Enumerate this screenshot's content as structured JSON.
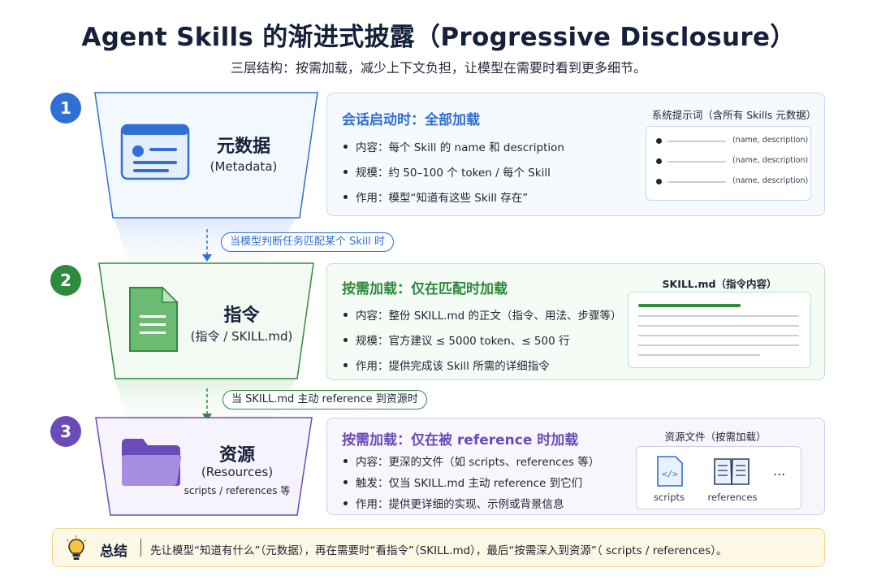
{
  "header": {
    "title": "Agent Skills 的渐进式披露（Progressive Disclosure）",
    "subtitle": "三层结构：按需加载，减少上下文负担，让模型在需要时看到更多细节。"
  },
  "layers": [
    {
      "number": "1",
      "name": "元数据",
      "sub": "(Metadata)",
      "heading": "会话启动时：全部加载",
      "bullets": [
        "内容：每个 Skill 的 name 和 description",
        "规模：约 50–100 个 token / 每个 Skill",
        "作用：模型“知道有这些 Skill 存在”"
      ],
      "box_title": "系统提示词（含所有 Skills 元数据）",
      "box_rows": [
        "(name, description)",
        "(name, description)",
        "(name, description)"
      ],
      "icon": "id-card-icon",
      "color": "#2f6fd6"
    },
    {
      "number": "2",
      "name": "指令",
      "sub": "(指令 / SKILL.md)",
      "heading": "按需加载：仅在匹配时加载",
      "bullets": [
        "内容：整份 SKILL.md 的正文（指令、用法、步骤等）",
        "规模：官方建议 ≤ 5000 token、≤ 500 行",
        "作用：提供完成该 Skill 所需的详细指令"
      ],
      "box_title": "SKILL.md（指令内容）",
      "icon": "document-icon",
      "color": "#2e8b3c"
    },
    {
      "number": "3",
      "name": "资源",
      "sub": "(Resources)",
      "sub2": "scripts / references 等",
      "heading": "按需加载：仅在被 reference 时加载",
      "bullets": [
        "内容：更深的文件（如 scripts、references 等）",
        "触发：仅当 SKILL.md 主动 reference 到它们",
        "作用：提供更详细的实现、示例或背景信息"
      ],
      "box_title": "资源文件（按需加载）",
      "files": [
        {
          "label": "scripts",
          "icon": "code-file-icon"
        },
        {
          "label": "references",
          "icon": "book-icon"
        }
      ],
      "more": "...",
      "icon": "folder-icon",
      "color": "#6b4bb8"
    }
  ],
  "connectors": [
    "当模型判断任务匹配某个 Skill 时",
    "当 SKILL.md 主动 reference 到资源时"
  ],
  "summary": {
    "label": "总结",
    "text": "先让模型“知道有什么”（元数据），再在需要时“看指令”（SKILL.md），最后“按需深入到资源”（ scripts / references）。",
    "icon": "lightbulb-icon"
  }
}
